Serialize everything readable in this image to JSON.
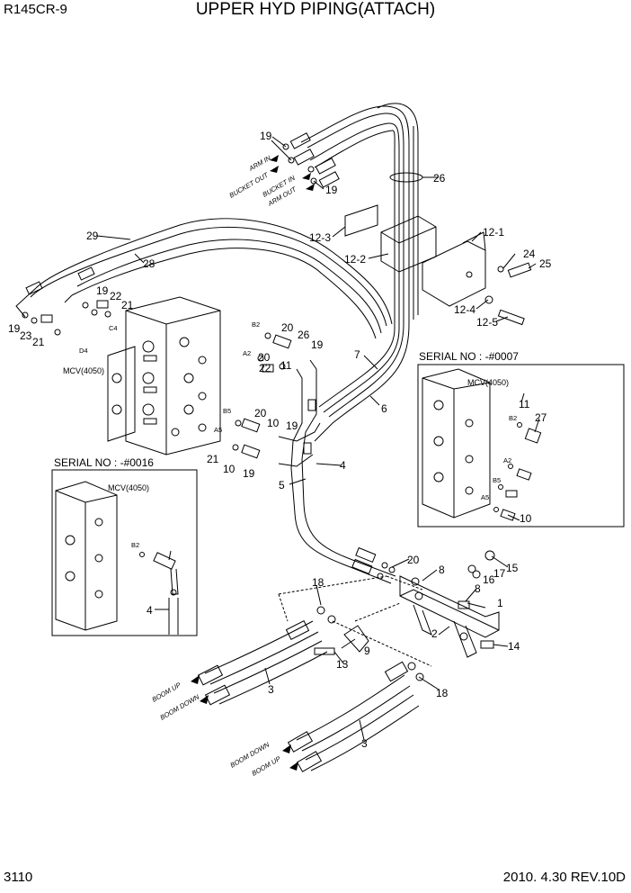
{
  "header": {
    "model": "R145CR-9",
    "title": "UPPER HYD PIPING(ATTACH)"
  },
  "footer": {
    "page": "3110",
    "date_rev": "2010. 4.30  REV.10D"
  },
  "callouts": [
    "1",
    "2",
    "3",
    "3",
    "4",
    "4",
    "5",
    "6",
    "7",
    "8",
    "8",
    "9",
    "10",
    "10",
    "10",
    "11",
    "11",
    "12-1",
    "12-2",
    "12-3",
    "12-4",
    "12-5",
    "13",
    "14",
    "15",
    "16",
    "17",
    "18",
    "18",
    "19",
    "19",
    "19",
    "19",
    "19",
    "19",
    "19",
    "20",
    "20",
    "20",
    "20",
    "21",
    "21",
    "21",
    "22",
    "22",
    "23",
    "24",
    "25",
    "26",
    "26",
    "27",
    "28",
    "29"
  ],
  "ports": [
    "B2",
    "A2",
    "B5",
    "A5",
    "C4",
    "D4",
    "B2",
    "A2",
    "B5",
    "A5",
    "B2"
  ],
  "hose_captions": [
    "ARM IN",
    "BUCKET OUT",
    "BUCKET IN",
    "ARM OUT",
    "BOOM UP",
    "BOOM DOWN",
    "BOOM DOWN",
    "BOOM UP"
  ],
  "mcv_label": "MCV(4050)",
  "insets": [
    {
      "serial": "SERIAL NO : -#0007",
      "mcv": "MCV(4050)"
    },
    {
      "serial": "SERIAL NO : -#0016",
      "mcv": "MCV(4050)"
    }
  ]
}
